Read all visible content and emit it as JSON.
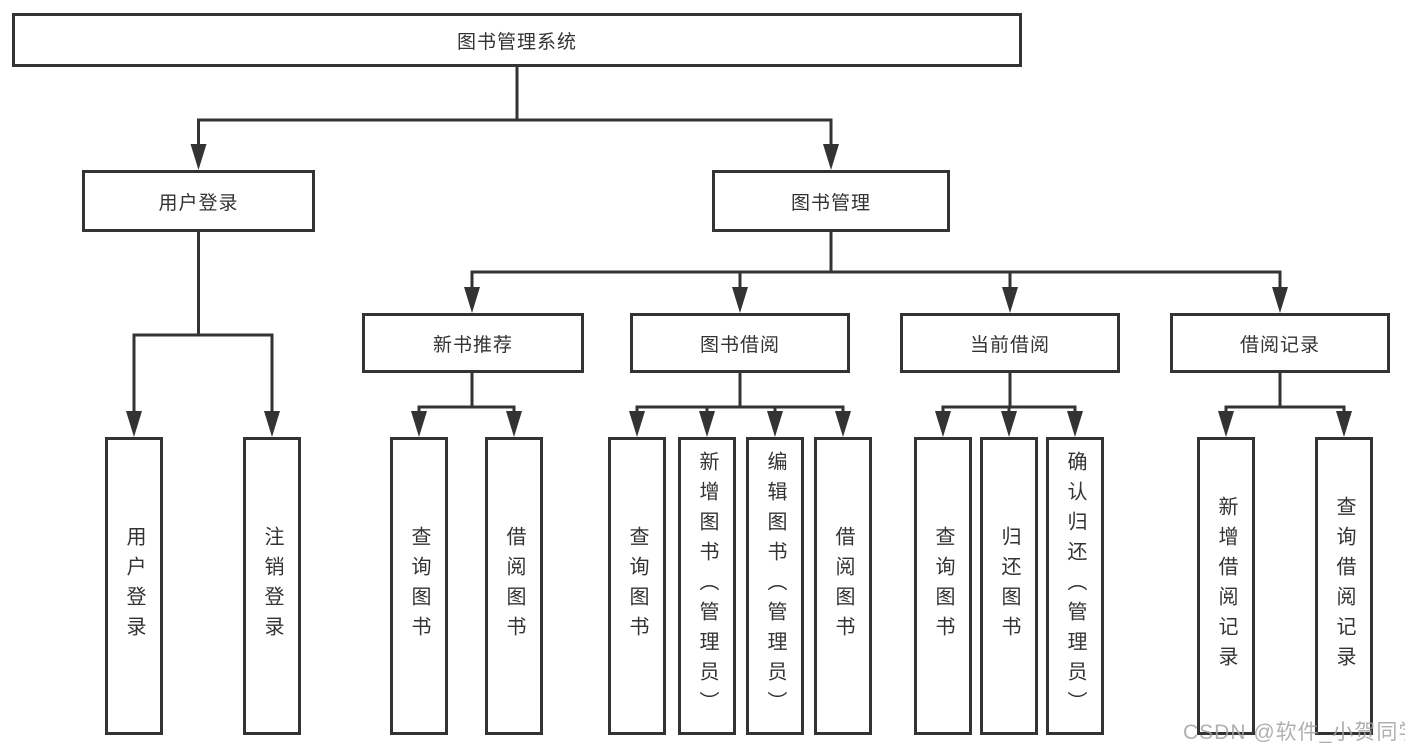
{
  "colors": {
    "line": "#333333",
    "text": "#333333",
    "box_fill": "#ffffff",
    "background": "#ffffff",
    "watermark": "#a3a3a8"
  },
  "diagram": {
    "root": {
      "label": "图书管理系统"
    },
    "branches": [
      {
        "label": "用户登录",
        "children": [
          {
            "label": "用户登录"
          },
          {
            "label": "注销登录"
          }
        ]
      },
      {
        "label": "图书管理",
        "modules": [
          {
            "label": "新书推荐",
            "children": [
              {
                "label": "查询图书"
              },
              {
                "label": "借阅图书"
              }
            ]
          },
          {
            "label": "图书借阅",
            "children": [
              {
                "label": "查询图书"
              },
              {
                "label": "新增图书（管理员）"
              },
              {
                "label": "编辑图书（管理员）"
              },
              {
                "label": "借阅图书"
              }
            ]
          },
          {
            "label": "当前借阅",
            "children": [
              {
                "label": "查询图书"
              },
              {
                "label": "归还图书"
              },
              {
                "label": "确认归还（管理员）"
              }
            ]
          },
          {
            "label": "借阅记录",
            "children": [
              {
                "label": "新增借阅记录"
              },
              {
                "label": "查询借阅记录"
              }
            ]
          }
        ]
      }
    ]
  },
  "watermark": {
    "text": "CSDN @软件_小贺同学"
  }
}
